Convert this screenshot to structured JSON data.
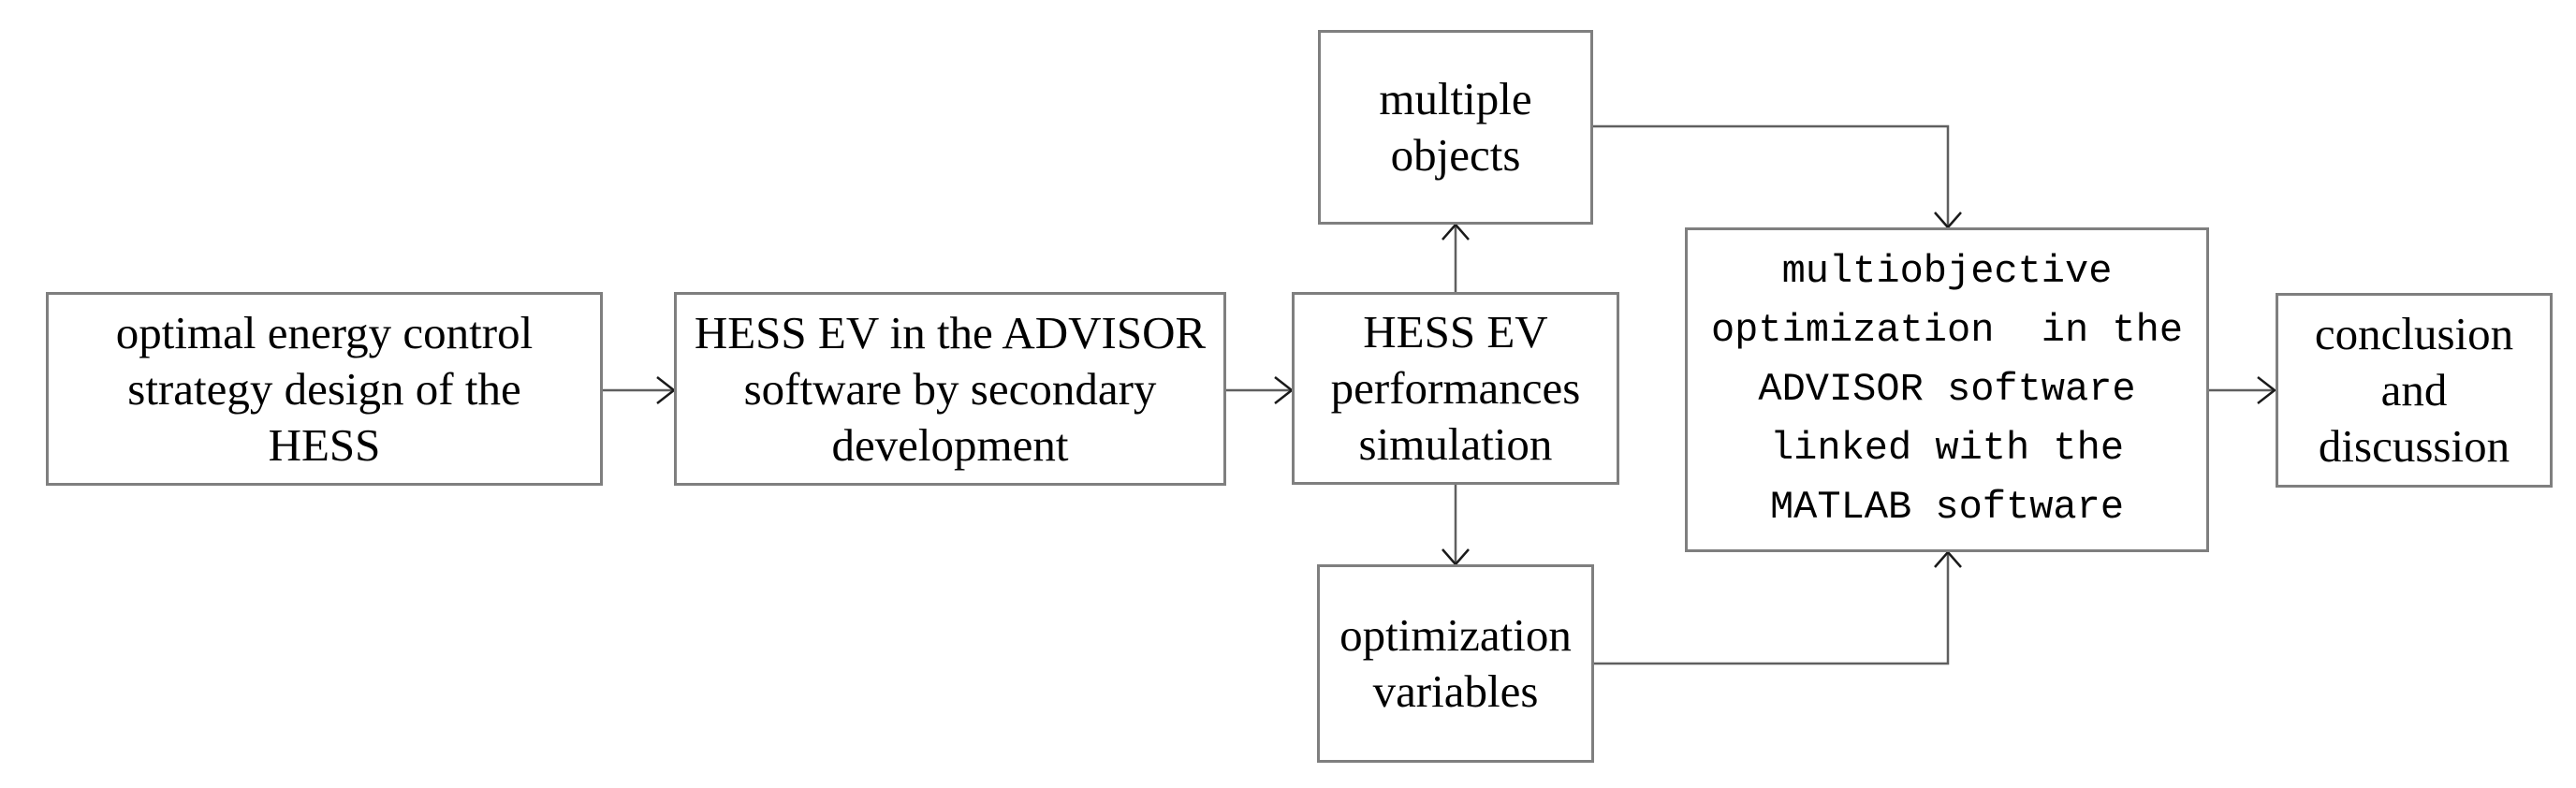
{
  "figure": {
    "type": "flowchart",
    "background_color": "#ffffff",
    "box_border_color": "#7f7f7f",
    "line_color": "#5f5f5f",
    "arrowhead_color": "#1a1a1a",
    "text_color": "#000000",
    "nodes": [
      {
        "id": "optimal-energy-control",
        "text": "optimal energy control\nstrategy design of the\nHESS"
      },
      {
        "id": "hess-ev-advisor-development",
        "text": "HESS EV in the ADVISOR\nsoftware by secondary\ndevelopment"
      },
      {
        "id": "hess-ev-performances-simulation",
        "text": "HESS EV\nperformances\nsimulation"
      },
      {
        "id": "multiple-objects",
        "text": "multiple\nobjects"
      },
      {
        "id": "optimization-variables",
        "text": "optimization\nvariables"
      },
      {
        "id": "multiobjective-optimization",
        "text": "multiobjective\noptimization  in the\nADVISOR software\nlinked with the\nMATLAB software"
      },
      {
        "id": "conclusion-discussion",
        "text": "conclusion\nand\ndiscussion"
      }
    ],
    "edges": [
      {
        "from": "optimal-energy-control",
        "to": "hess-ev-advisor-development"
      },
      {
        "from": "hess-ev-advisor-development",
        "to": "hess-ev-performances-simulation"
      },
      {
        "from": "hess-ev-performances-simulation",
        "to": "multiple-objects"
      },
      {
        "from": "hess-ev-performances-simulation",
        "to": "optimization-variables"
      },
      {
        "from": "multiple-objects",
        "to": "multiobjective-optimization"
      },
      {
        "from": "optimization-variables",
        "to": "multiobjective-optimization"
      },
      {
        "from": "multiobjective-optimization",
        "to": "conclusion-discussion"
      }
    ]
  }
}
